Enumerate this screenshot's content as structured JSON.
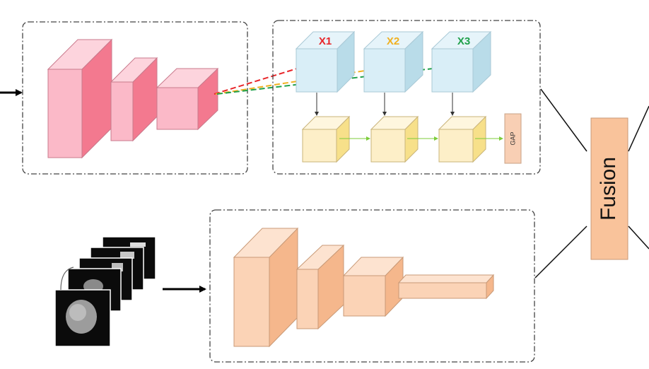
{
  "labels": {
    "x1": "X1",
    "x2": "X2",
    "x3": "X3",
    "gap": "GAP",
    "fusion": "Fusion"
  },
  "colors": {
    "x1": "#e8262a",
    "x2": "#f0b020",
    "x3": "#1fa04a",
    "pink_front": "#fbb9c8",
    "pink_side": "#f3798f",
    "pink_top": "#fdd4dd",
    "blue_front": "#d9eef7",
    "blue_side": "#b9dce9",
    "yellow_front": "#fdefc8",
    "yellow_side": "#f7e08a",
    "orange_front": "#fbd3b6",
    "orange_side": "#f5b78c",
    "fusion_fill": "#f9c39b",
    "gap_fill": "#f8cfb4",
    "arrow_green": "#7ccc3a"
  },
  "icons": {
    "input_stack": "image-slice-stack-icon"
  }
}
